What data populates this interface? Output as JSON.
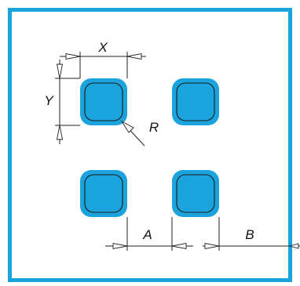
{
  "colors": {
    "frame": "#1aa3dd",
    "pad_fill": "#1aa3dd",
    "pad_inner_outline": "#1a1a1a",
    "line": "#222222",
    "background": "#ffffff"
  },
  "labels": {
    "x": "X",
    "y": "Y",
    "r": "R",
    "a": "A",
    "b": "B"
  }
}
